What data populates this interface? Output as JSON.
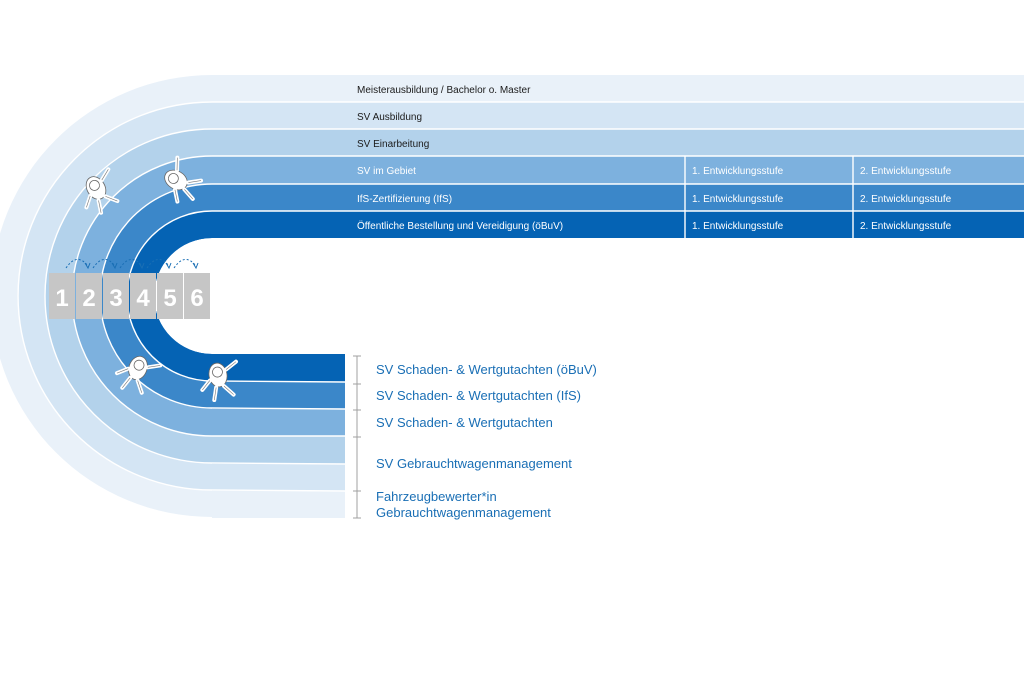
{
  "colors": {
    "lane1": "#e9f1f9",
    "lane2": "#d4e5f4",
    "lane3": "#b3d2eb",
    "lane4": "#7db1de",
    "lane5": "#3b87c9",
    "lane6": "#0563b4",
    "text_dark": "#1b1b1b",
    "text_light": "#ffffff",
    "label_blue": "#1a6fb5",
    "start_block": "#c6c6c6",
    "bracket": "#a0a0a0"
  },
  "upper_rows": [
    {
      "label": "Meisterausbildung / Bachelor o. Master",
      "stage1": "",
      "stage2": ""
    },
    {
      "label": "SV Ausbildung",
      "stage1": "",
      "stage2": ""
    },
    {
      "label": "SV Einarbeitung",
      "stage1": "",
      "stage2": ""
    },
    {
      "label": "SV im Gebiet",
      "stage1": "1. Entwicklungsstufe",
      "stage2": "2. Entwicklungsstufe"
    },
    {
      "label": "IfS-Zertifizierung (IfS)",
      "stage1": "1. Entwicklungsstufe",
      "stage2": "2. Entwicklungsstufe"
    },
    {
      "label": "Öffentliche Bestellung und Vereidigung (öBuV)",
      "stage1": "1. Entwicklungsstufe",
      "stage2": "2. Entwicklungsstufe"
    }
  ],
  "lane_numbers": [
    "1",
    "2",
    "3",
    "4",
    "5",
    "6"
  ],
  "lower_labels": [
    {
      "lines": [
        "SV Schaden- & Wertgutachten (öBuV)"
      ]
    },
    {
      "lines": [
        "SV Schaden- & Wertgutachten (IfS)"
      ]
    },
    {
      "lines": [
        "SV Schaden- & Wertgutachten"
      ]
    },
    {
      "lines": [
        "SV Gebrauchtwagenmanagement"
      ]
    },
    {
      "lines": [
        "Fahrzeugbewerter*in",
        "Gebrauchtwagenmanagement"
      ]
    }
  ],
  "icons": [
    "runner-icon",
    "runner-icon",
    "runner-icon",
    "runner-icon",
    "lane-change-arrow-icon"
  ]
}
